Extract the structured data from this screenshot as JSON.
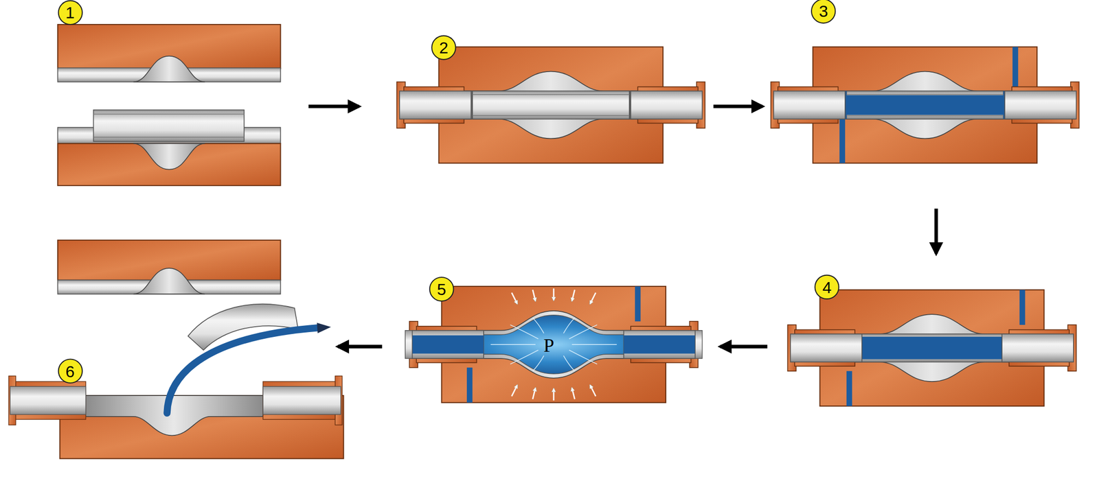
{
  "diagram": {
    "labels": [
      "1",
      "2",
      "3",
      "4",
      "5",
      "6",
      "P"
    ]
  }
}
